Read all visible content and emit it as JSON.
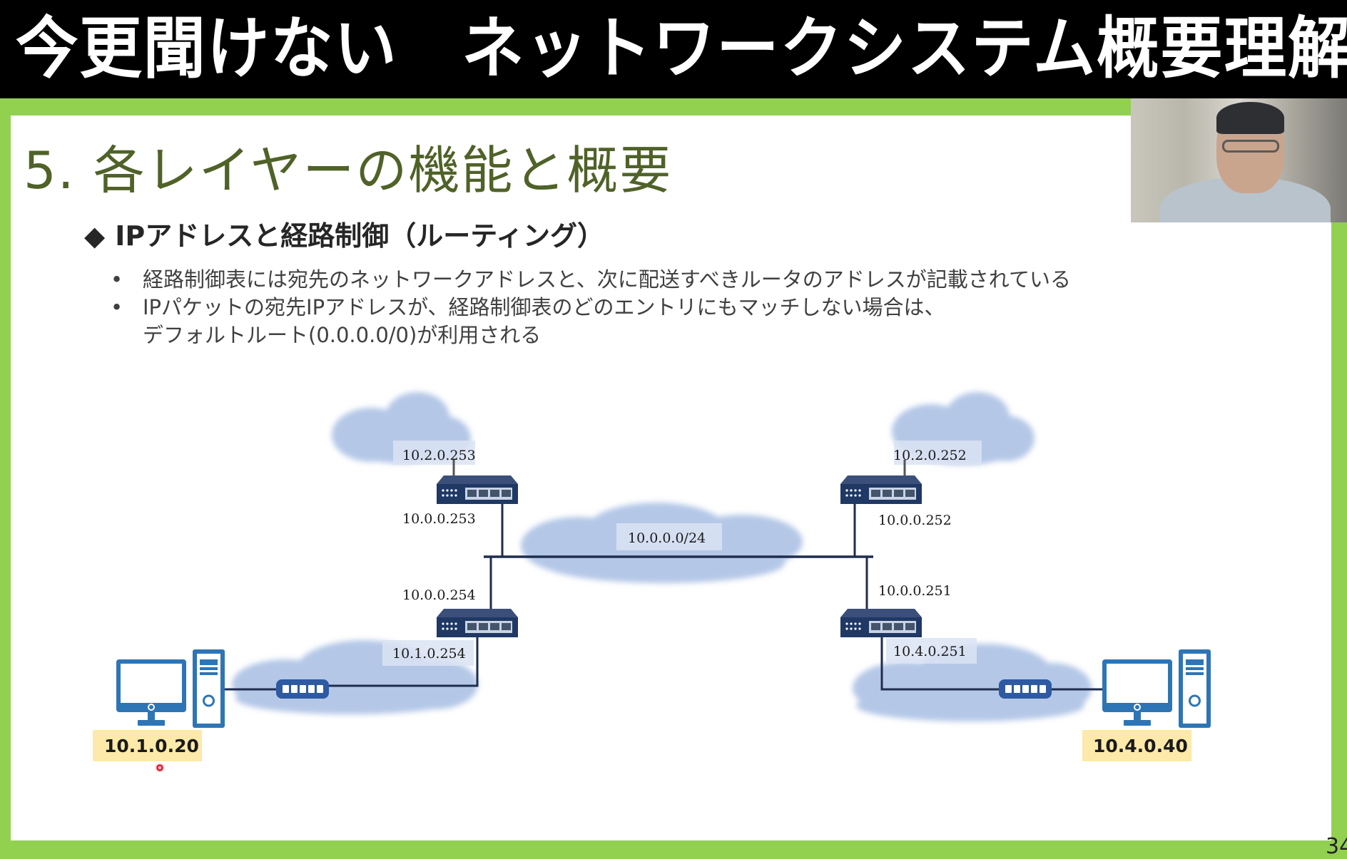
{
  "video_title": "今更聞けない　ネットワークシステム概要理解",
  "slide": {
    "heading": "5.  各レイヤーの機能と概要",
    "subheading_marker": "◆",
    "subheading": "IPアドレスと経路制御（ルーティング）",
    "bullets": [
      {
        "marker": "•",
        "text": "経路制御表には宛先のネットワークアドレスと、次に配送すべきルータのアドレスが記載されている"
      },
      {
        "marker": "•",
        "text": "IPパケットの宛先IPアドレスが、経路制御表のどのエントリにもマッチしない場合は、"
      },
      {
        "marker": "",
        "text": "デフォルトルート(0.0.0.0/0)が利用される"
      }
    ],
    "page_number": "34"
  },
  "diagram": {
    "center_network": "10.0.0.0/24",
    "routers": [
      {
        "name": "router-upper-left",
        "top_ip": "10.2.0.253",
        "bottom_ip": "10.0.0.253"
      },
      {
        "name": "router-upper-right",
        "top_ip": "10.2.0.252",
        "bottom_ip": "10.0.0.252"
      },
      {
        "name": "router-lower-left",
        "top_ip": "10.0.0.254",
        "bottom_ip": "10.1.0.254"
      },
      {
        "name": "router-lower-right",
        "top_ip": "10.0.0.251",
        "bottom_ip": "10.4.0.251"
      }
    ],
    "hosts": [
      {
        "name": "host-left",
        "ip": "10.1.0.20"
      },
      {
        "name": "host-right",
        "ip": "10.4.0.40"
      }
    ],
    "colors": {
      "cloud": "#b4c7e7",
      "router": "#1f3864",
      "device": "#2e75b6",
      "line": "#1f2d4e",
      "label_bg": "#fde9a9",
      "ip_bg": "#dae3f3"
    }
  },
  "webcam": {
    "label": "presenter-video"
  }
}
